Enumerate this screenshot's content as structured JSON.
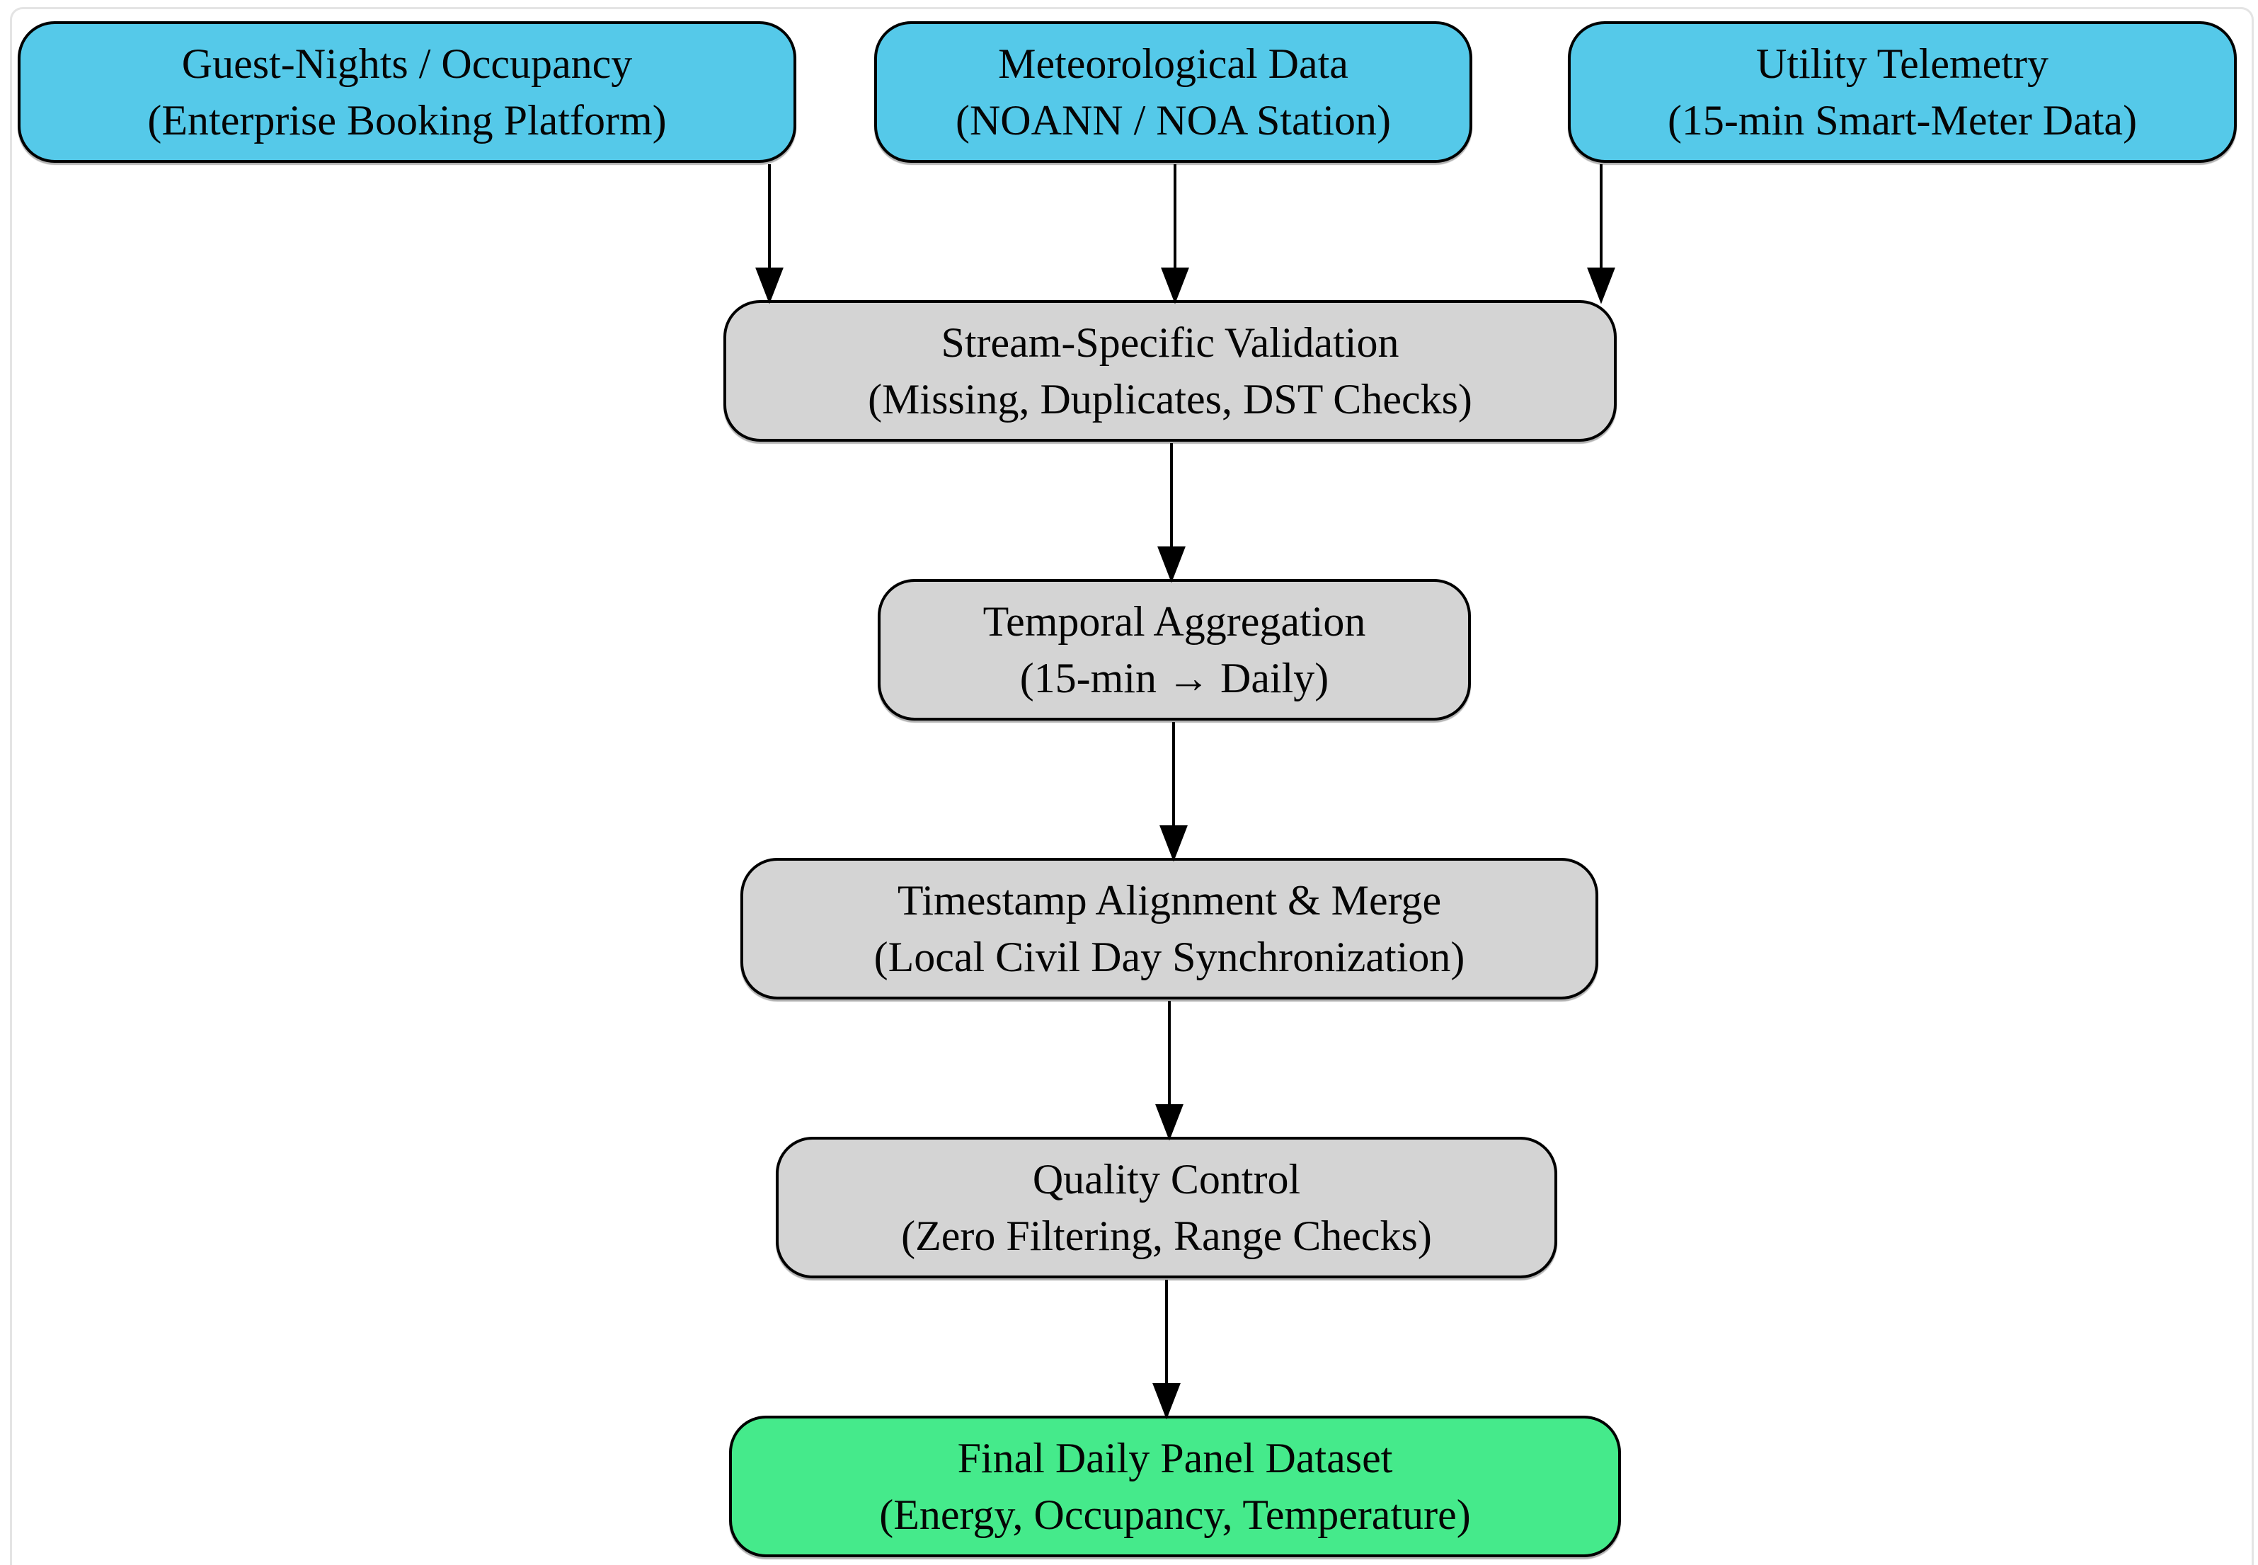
{
  "diagram": {
    "title": "Data preparation pipeline flowchart",
    "sources": [
      {
        "id": "guest-nights",
        "line1": "Guest-Nights / Occupancy",
        "line2": "(Enterprise Booking Platform)"
      },
      {
        "id": "meteorological",
        "line1": "Meteorological Data",
        "line2": "(NOANN / NOA Station)"
      },
      {
        "id": "utility",
        "line1": "Utility Telemetry",
        "line2": "(15-min Smart-Meter Data)"
      }
    ],
    "stages": [
      {
        "id": "validation",
        "line1": "Stream-Specific Validation",
        "line2": "(Missing, Duplicates, DST Checks)"
      },
      {
        "id": "aggregation",
        "line1": "Temporal Aggregation",
        "line2": "(15-min → Daily)"
      },
      {
        "id": "alignment",
        "line1": "Timestamp Alignment & Merge",
        "line2": "(Local Civil Day Synchronization)"
      },
      {
        "id": "quality",
        "line1": "Quality Control",
        "line2": "(Zero Filtering, Range Checks)"
      }
    ],
    "final": {
      "id": "final-dataset",
      "line1": "Final Daily Panel Dataset",
      "line2": "(Energy, Occupancy, Temperature)"
    },
    "edges": [
      "guest-nights → validation",
      "meteorological → validation",
      "utility → validation",
      "validation → aggregation",
      "aggregation → alignment",
      "alignment → quality",
      "quality → final-dataset"
    ],
    "colors": {
      "source_fill": "#55c9e9",
      "stage_fill": "#d4d4d4",
      "final_fill": "#45ea8b",
      "node_border": "#000000",
      "arrow": "#000000",
      "frame_border": "#e4e4e4",
      "background": "#ffffff"
    }
  }
}
